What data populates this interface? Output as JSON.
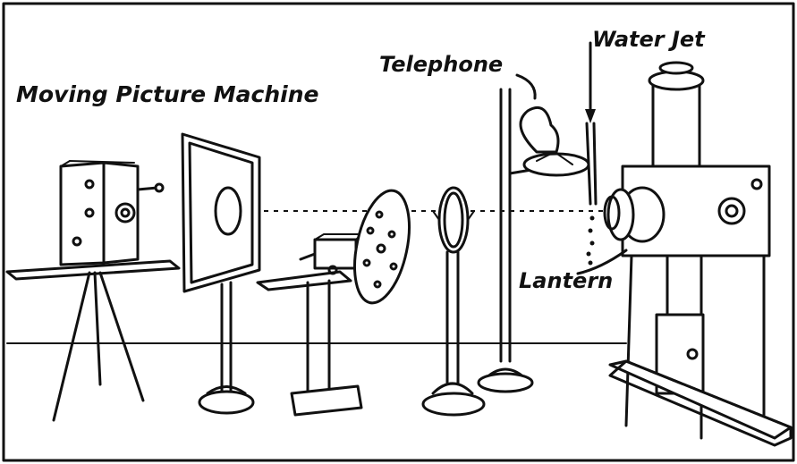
{
  "labels": {
    "moving_picture_machine": "Moving Picture Machine",
    "telephone": "Telephone",
    "water_jet": "Water Jet",
    "lantern": "Lantern"
  }
}
